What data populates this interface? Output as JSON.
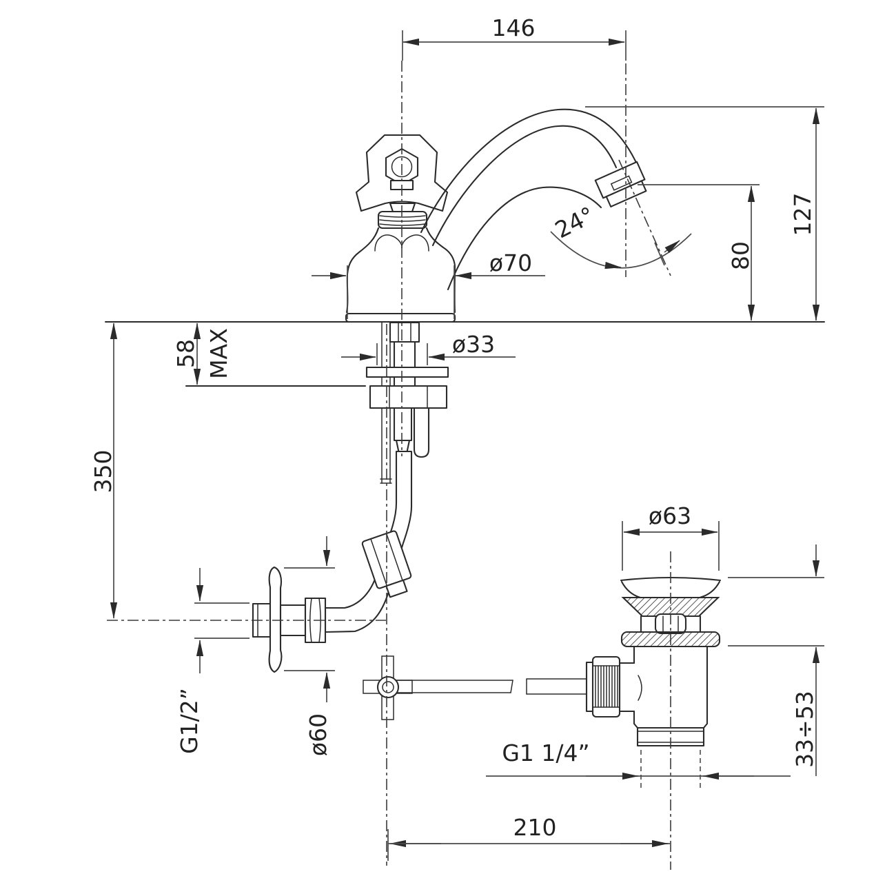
{
  "drawing": {
    "line_color": "#2b2b2b",
    "background": "#ffffff",
    "dimensions": {
      "spout_reach": "146",
      "spout_height_total": "127",
      "outlet_height": "80",
      "aerator_angle": "24°",
      "base_diameter": "ø70",
      "shank_hole_diameter": "ø33",
      "deck_thickness_max": "58",
      "deck_thickness_max_suffix": "MAX",
      "below_deck_depth": "350",
      "supply_thread": "G1/2”",
      "supply_flange_diameter": "ø60",
      "waste_top_diameter": "ø63",
      "waste_clamping_range": "33÷53",
      "waste_thread": "G1 1/4”",
      "rod_to_waste_offset": "210"
    }
  }
}
